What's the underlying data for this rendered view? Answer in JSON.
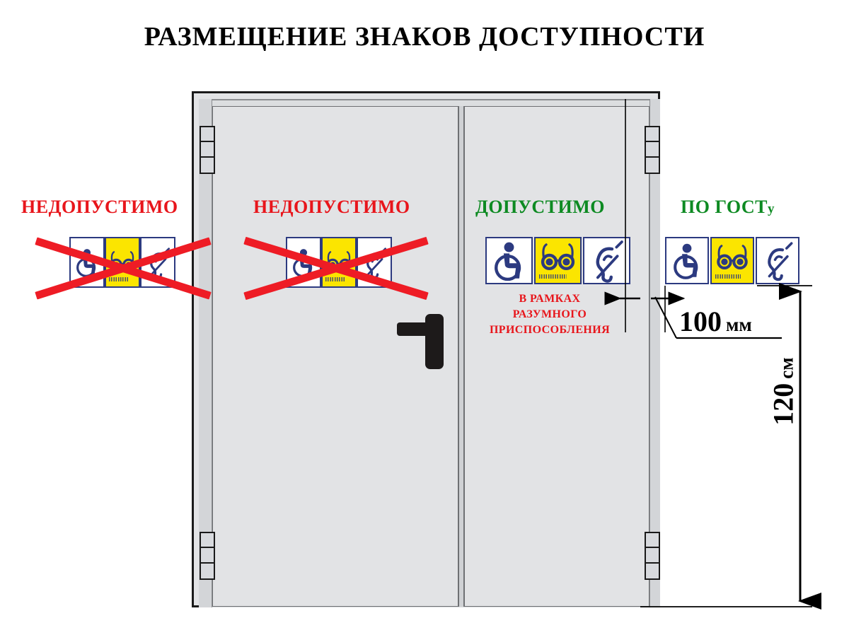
{
  "title": "РАЗМЕЩЕНИЕ ЗНАКОВ ДОСТУПНОСТИ",
  "colors": {
    "forbidden_red": "#e8151b",
    "cross_red": "#ee1c25",
    "allowed_green": "#0d8a22",
    "sign_blue": "#2c3a80",
    "sign_yellow": "#fbe500",
    "door_fill": "#e2e3e5",
    "outline_black": "#1a1a1a"
  },
  "labels": [
    {
      "id": "forbidden-1",
      "text": "НЕДОПУСТИМО",
      "kind": "forbidden"
    },
    {
      "id": "forbidden-2",
      "text": "НЕДОПУСТИМО",
      "kind": "forbidden"
    },
    {
      "id": "allowed",
      "text": "ДОПУСТИМО",
      "kind": "allowed"
    },
    {
      "id": "gost",
      "text": "ПО ГОСТ",
      "suffix": "у",
      "kind": "allowed"
    }
  ],
  "note": {
    "line1": "В РАМКАХ",
    "line2": "РАЗУМНОГО",
    "line3": "ПРИСПОСОБЛЕНИЯ"
  },
  "sign_group": {
    "tiles": [
      {
        "icon": "wheelchair-icon",
        "background": "white",
        "name": "доступность для инвалидов-колясочников"
      },
      {
        "icon": "glasses-icon",
        "background": "yellow",
        "name": "доступность для инвалидов по зрению"
      },
      {
        "icon": "ear-icon",
        "background": "white",
        "name": "доступность для инвалидов по слуху"
      }
    ]
  },
  "dimensions": {
    "horizontal": {
      "value": "100",
      "unit": "мм"
    },
    "vertical": {
      "value": "120",
      "unit": "см"
    }
  },
  "door": {
    "leaves": 2,
    "hinges_per_side": 2,
    "handle": "lever-handle"
  }
}
